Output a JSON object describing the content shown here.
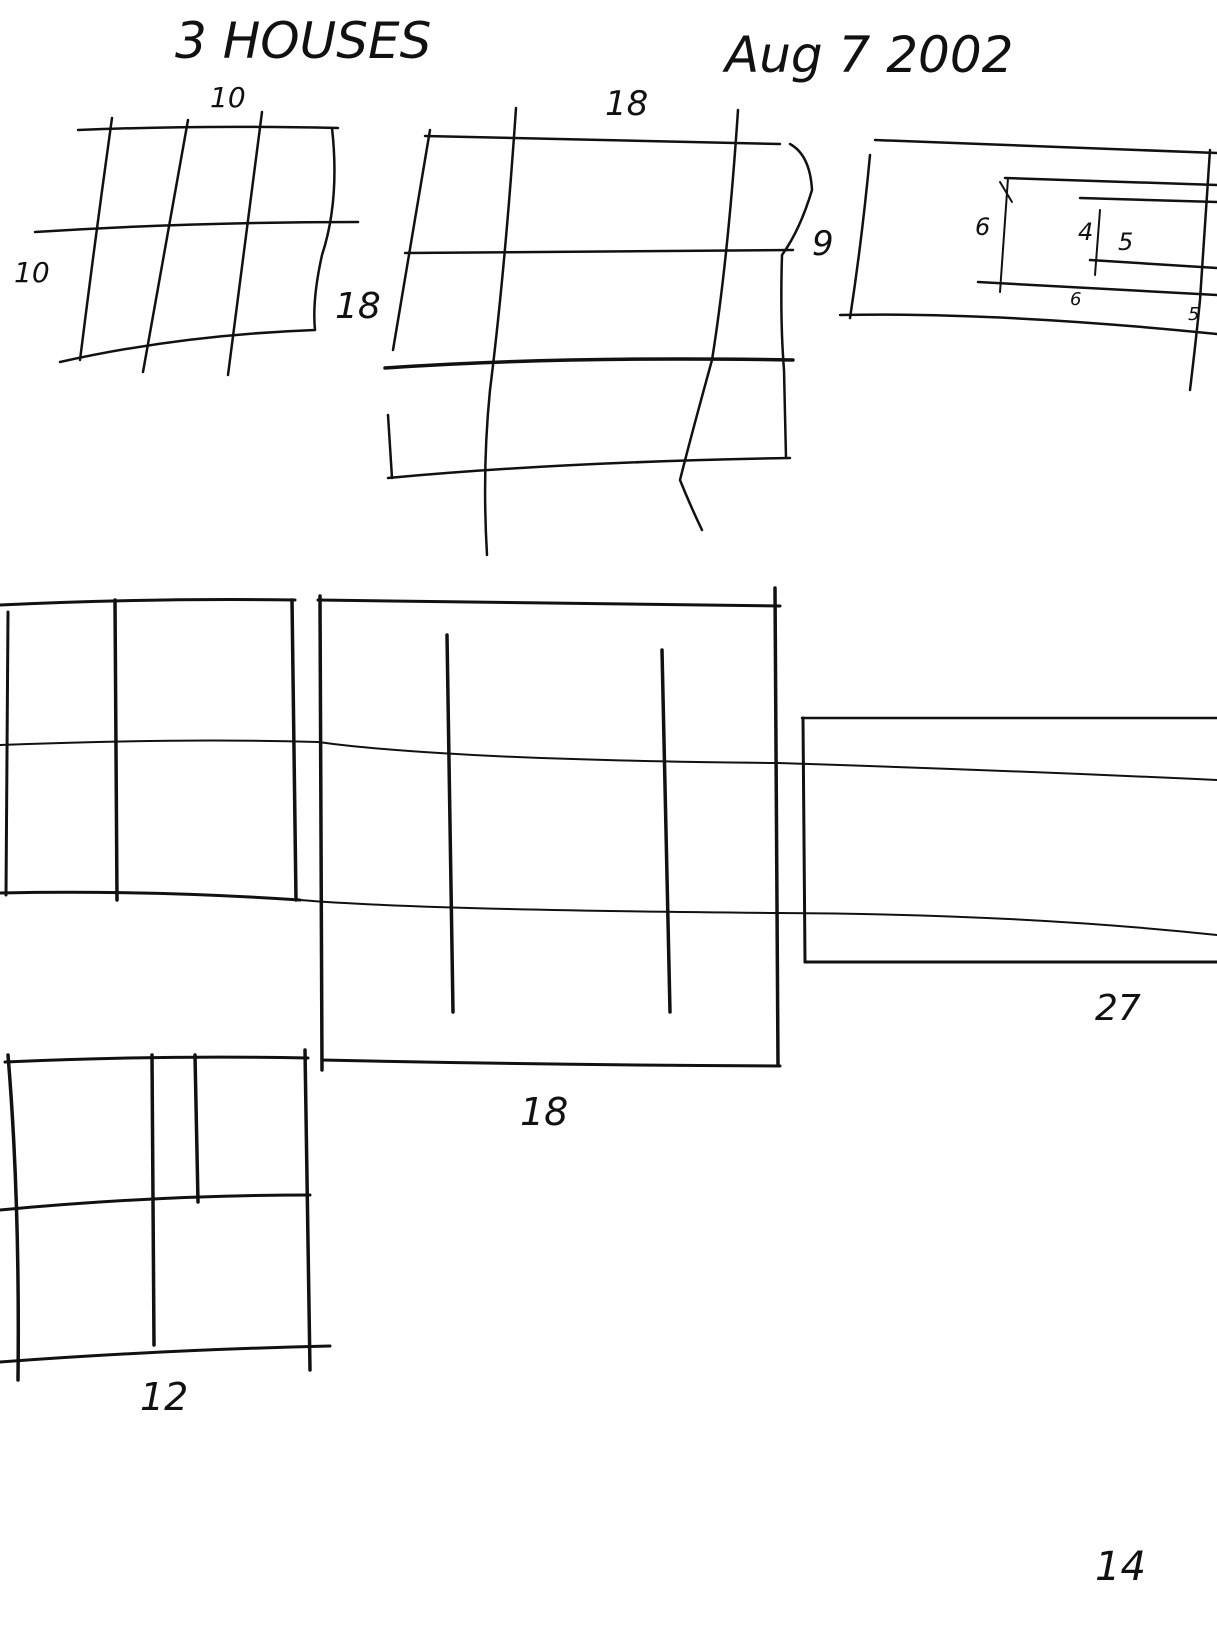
{
  "header": {
    "title": "3 HOUSES",
    "date": "Aug 7 2002"
  },
  "labels": {
    "sketch1_top": "10",
    "sketch1_left": "10",
    "sketch1_right": "18",
    "sketch2_top": "18",
    "sketch2_right": "9",
    "sketch3_height": "6",
    "sketch3_inner_a": "4",
    "sketch3_inner_b": "5",
    "sketch3_bottom_a": "6",
    "sketch3_bottom_b": "5",
    "center_bottom": "18",
    "right_bottom": "27",
    "lower_left_bottom": "12"
  },
  "footer": {
    "page_number": "14"
  },
  "colors": {
    "ink": "#111111",
    "paper": "#ffffff"
  }
}
